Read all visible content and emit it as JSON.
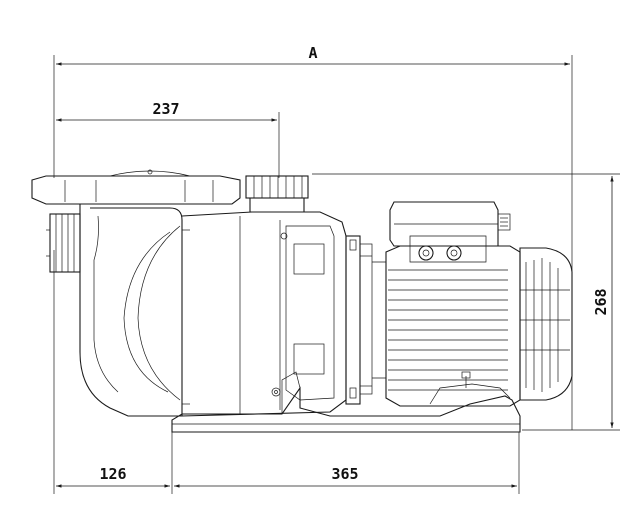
{
  "dimensions": {
    "overall_length": "A",
    "inlet_to_outlet": "237",
    "overall_height": "268",
    "front_to_foot": "126",
    "foot_length": "365"
  }
}
